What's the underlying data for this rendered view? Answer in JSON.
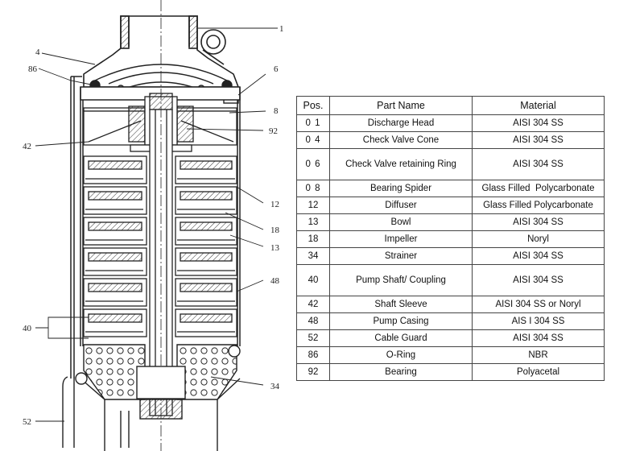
{
  "callouts": [
    "1",
    "4",
    "86",
    "6",
    "8",
    "92",
    "42",
    "12",
    "18",
    "13",
    "48",
    "40",
    "34",
    "52"
  ],
  "table": {
    "headers": [
      "Pos.",
      "Part Name",
      "Material"
    ],
    "rows": [
      {
        "pos": "0 1",
        "name": "Discharge Head",
        "material": "AISI 304 SS"
      },
      {
        "pos": "0 4",
        "name": "Check Valve Cone",
        "material": "AISI 304 SS"
      },
      {
        "pos": "0 6",
        "name": "Check Valve retaining Ring",
        "material": "AISI 304 SS"
      },
      {
        "pos": "0 8",
        "name": "Bearing Spider",
        "material": "Glass Filled  Polycarbonate"
      },
      {
        "pos": "12",
        "name": "Diffuser",
        "material": "Glass Filled Polycarbonate"
      },
      {
        "pos": "13",
        "name": "Bowl",
        "material": "AISI 304 SS"
      },
      {
        "pos": "18",
        "name": "Impeller",
        "material": "Noryl"
      },
      {
        "pos": "34",
        "name": "Strainer",
        "material": "AISI 304 SS"
      },
      {
        "pos": "40",
        "name": "Pump  Shaft/ Coupling",
        "material": "AISI 304 SS"
      },
      {
        "pos": "42",
        "name": "Shaft Sleeve",
        "material": "AISI 304 SS or Noryl"
      },
      {
        "pos": "48",
        "name": "Pump Casing",
        "material": "AIS I 304 SS"
      },
      {
        "pos": "52",
        "name": "Cable Guard",
        "material": "AISI 304 SS"
      },
      {
        "pos": "86",
        "name": "O-Ring",
        "material": "NBR"
      },
      {
        "pos": "92",
        "name": "Bearing",
        "material": "Polyacetal"
      }
    ]
  }
}
